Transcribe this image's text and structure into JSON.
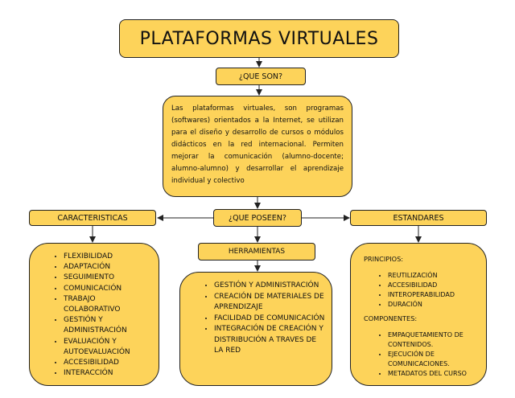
{
  "title": "PLATAFORMAS VIRTUALES",
  "question_what": "¿QUE SON?",
  "description": "Las plataformas virtuales, son programas (softwares) orientados a la Internet, se utilizan para el diseño y desarrollo de cursos o módulos didácticos en la red internacional. Permiten mejorar la comunicación (alumno-docente; alumno-alumno) y desarrollar el aprendizaje individual y colectivo",
  "question_have": "¿QUE POSEEN?",
  "characteristics": {
    "label": "CARACTERISTICAS",
    "items": [
      "FLEXIBILIDAD",
      "ADAPTACIÓN",
      "SEGUIMIENTO",
      "COMUNICACIÓN",
      "TRABAJO COLABORATIVO",
      "GESTIÓN Y ADMINISTRACIÓN",
      "EVALUACIÓN Y AUTOEVALUACIÓN",
      "ACCESIBILIDAD",
      "INTERACCIÓN"
    ]
  },
  "tools": {
    "label": "HERRAMIENTAS",
    "items": [
      "GESTIÓN Y ADMINISTRACIÓN",
      "CREACIÓN DE MATERIALES DE APRENDIZAJE",
      "FACILIDAD DE COMUNICACIÓN",
      "INTEGRACIÓN DE CREACIÓN Y DISTRIBUCIÓN A TRAVES DE LA RED"
    ]
  },
  "standards": {
    "label": "ESTANDARES",
    "principles_heading": "PRINCIPIOS:",
    "principles": [
      "REUTILIZACIÓN",
      "ACCESIBILIDAD",
      "INTEROPERABILIDAD",
      "DURACIÓN"
    ],
    "components_heading": "COMPONENTES:",
    "components": [
      "EMPAQUETAMIENTO DE CONTENIDOS.",
      "EJECUCIÓN DE COMUNICACIONES.",
      "METADATOS DEL CURSO"
    ]
  }
}
